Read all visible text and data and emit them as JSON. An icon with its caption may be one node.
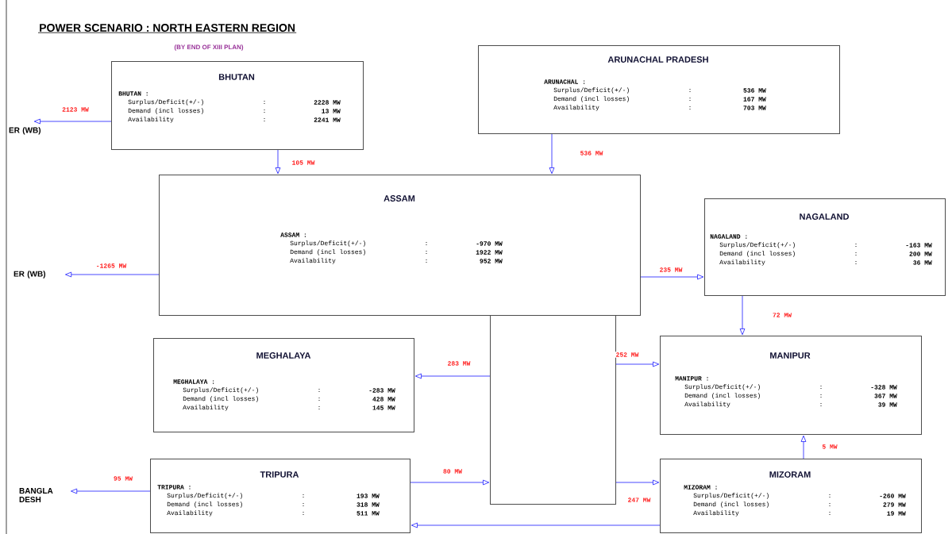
{
  "diagram": {
    "title": "POWER SCENARIO : NORTH EASTERN REGION",
    "nodes": [
      {
        "text": [
          "BHUTAN",
          "BHUTAN :",
          "Surplus/Deficit(+/-)",
          ":",
          "2228 MW",
          "Demand (incl losses)",
          ":",
          "13 MW",
          "Availability",
          ":",
          "2241 MW"
        ]
      },
      {
        "text": [
          "ARUNACHAL PRADESH",
          "ARUNACHAL :",
          "Surplus/Deficit(+/-)",
          ":",
          "536 MW",
          "Demand (incl losses)",
          ":",
          "167 MW",
          "Availability",
          ":",
          "703 MW"
        ]
      },
      {
        "text": [
          "ER (WB)"
        ]
      },
      {
        "text": [
          "ASSAM",
          "ASSAM :",
          "Surplus/Deficit(+/-)",
          ":",
          "-970 MW",
          "Demand (incl losses)",
          ":",
          "1922 MW",
          "Availability",
          ":",
          "952 MW"
        ]
      },
      {
        "text": [
          "NAGALAND",
          "NAGALAND :",
          "Surplus/Deficit(+/-)",
          ":",
          "-163 MW",
          "Demand (incl losses)",
          ":",
          "200 MW",
          "Availability",
          ":",
          "36 MW"
        ]
      },
      {
        "text": [
          "ER (WB)"
        ]
      },
      {
        "text": [
          "MEGHALAYA",
          "MEGHALAYA :",
          "Surplus/Deficit(+/-)",
          ":",
          "-283 MW",
          "Demand (incl losses)",
          ":",
          "428 MW",
          "Availability",
          ":",
          "145 MW"
        ]
      },
      {
        "text": [],
        "shape": "box"
      },
      {
        "text": [
          "MANIPUR",
          "MANIPUR :",
          "Surplus/Deficit(+/-)",
          ":",
          "-328 MW",
          "Demand (incl losses)",
          ":",
          "367 MW",
          "Availability",
          ":",
          "39 MW"
        ]
      },
      {
        "text": [
          "BANGLA DESH"
        ]
      },
      {
        "text": [
          "TRIPURA",
          "TRIPURA :",
          "Surplus/Deficit(+/-)",
          ":",
          "193 MW",
          "Demand (incl losses)",
          ":",
          "318 MW",
          "Availability",
          ":",
          "511 MW"
        ]
      },
      {
        "text": [
          "MIZORAM",
          "MIZORAM :",
          "Surplus/Deficit(+/-)",
          ":",
          "-260 MW",
          "Demand (incl losses)",
          ":",
          "279 MW",
          "Availability",
          ":",
          "19 MW"
        ]
      }
    ],
    "edges": [
      {
        "from": 0,
        "to": 2,
        "arrow": "to",
        "label": "2123 MW"
      },
      {
        "from": 0,
        "to": 3,
        "arrow": "to",
        "label": "105 MW"
      },
      {
        "from": 1,
        "to": 3,
        "arrow": "to",
        "label": "536 MW"
      },
      {
        "from": 3,
        "to": 5,
        "arrow": "to",
        "label": "-1265 MW"
      },
      {
        "from": 3,
        "to": 4,
        "arrow": "to",
        "label": "235 MW"
      },
      {
        "from": 4,
        "to": 8,
        "arrow": "to",
        "label": "72 MW"
      },
      {
        "from": 7,
        "to": 6,
        "arrow": "to",
        "label": "283 MW"
      },
      {
        "from": 7,
        "to": 8,
        "arrow": "to",
        "label": "252 MW"
      },
      {
        "from": 10,
        "to": 7,
        "arrow": "to",
        "label": "80 MW"
      },
      {
        "from": 7,
        "to": 11,
        "arrow": "to",
        "label": "247 MW"
      },
      {
        "from": 11,
        "to": 10,
        "arrow": "to"
      },
      {
        "from": 11,
        "to": 8,
        "arrow": "to",
        "label": "5 MW"
      },
      {
        "from": 10,
        "to": 9,
        "arrow": "to",
        "label": "95 MW"
      }
    ],
    "labels": [
      "(BY END OF XIII PLAN)"
    ]
  }
}
